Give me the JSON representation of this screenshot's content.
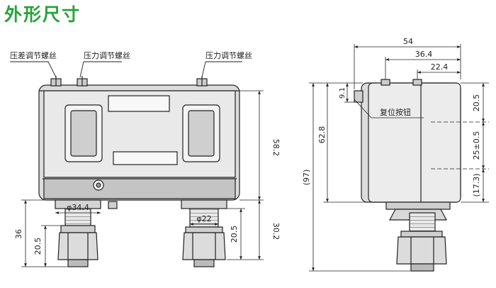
{
  "title": "外形尺寸",
  "colors": {
    "title": "#27a33a",
    "line": "#222222",
    "body": "#dcdcdc",
    "body_dark": "#bfbfbf",
    "window": "#f2f2f2"
  },
  "labels": {
    "diff_screw": "压差调节螺丝",
    "pressure_screw_1": "压力调节螺丝",
    "pressure_screw_2": "压力调节螺丝",
    "reset_button": "复位按钮"
  },
  "dimensions": {
    "front_height": "58.2",
    "phi_34_4": "φ34.4",
    "phi_22": "φ22",
    "dim_36": "36",
    "dim_20_5_left": "20.5",
    "dim_20_5_mid": "20.5",
    "dim_30_2": "30.2",
    "width_54": "54",
    "width_36_4": "36.4",
    "width_22_4": "22.4",
    "dim_9_1": "9.1",
    "dim_62_8": "62.8",
    "dim_97": "(97)",
    "dim_20_5_right": "20.5",
    "dim_25_0_5": "25±0.5",
    "dim_17_3": "(17.3)"
  }
}
